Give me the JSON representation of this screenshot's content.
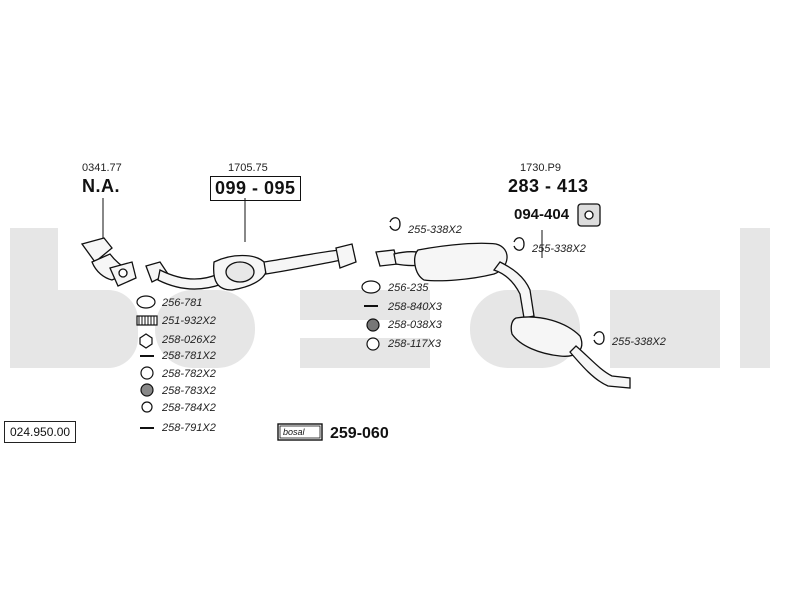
{
  "catalog_number": "024.950.00",
  "watermark": {
    "text": "bosal",
    "color": "#e6e6e6"
  },
  "sections": [
    {
      "ref": "0341.77",
      "part": "N.A."
    },
    {
      "ref": "1705.75",
      "part": "099 - 095"
    },
    {
      "ref": "1730.P9",
      "part": "283 - 413",
      "sub_part": "094-404"
    }
  ],
  "left_parts": [
    {
      "icon": "gasket-ring-icon",
      "code": "256-781"
    },
    {
      "icon": "spring-icon",
      "code": "251-932X2"
    },
    {
      "icon": "hex-nut-icon",
      "code": "258-026X2"
    },
    {
      "icon": "bolt-icon",
      "code": "258-781X2"
    },
    {
      "icon": "washer-icon",
      "code": "258-782X2"
    },
    {
      "icon": "washer-icon",
      "code": "258-783X2"
    },
    {
      "icon": "washer-icon",
      "code": "258-784X2"
    },
    {
      "icon": "bolt-icon",
      "code": "258-791X2"
    }
  ],
  "middle_parts": [
    {
      "icon": "ring-icon",
      "code": "256-235"
    },
    {
      "icon": "bolt-icon",
      "code": "258-840X3"
    },
    {
      "icon": "hex-nut-icon",
      "code": "258-038X3"
    },
    {
      "icon": "washer-icon",
      "code": "258-117X3"
    }
  ],
  "clamps": [
    "255-338X2",
    "255-338X2",
    "255-338X2"
  ],
  "bosal_kit": {
    "brand": "bosal",
    "code": "259-060"
  }
}
